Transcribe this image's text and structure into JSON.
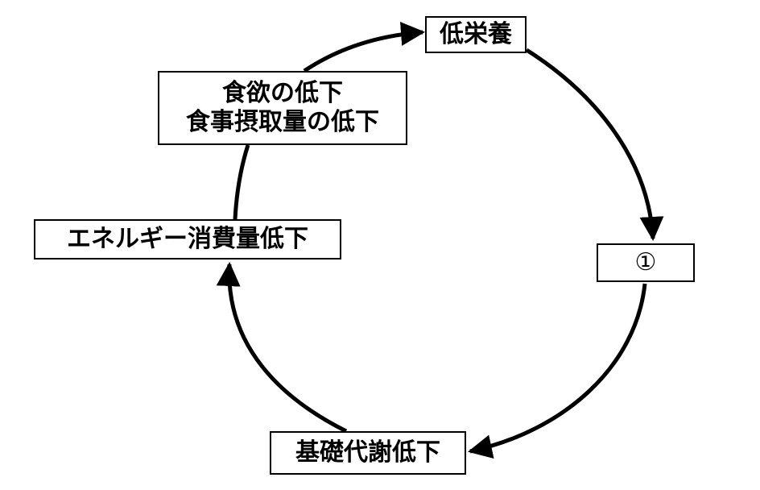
{
  "diagram": {
    "nodes": {
      "low_nutrition": "低栄養",
      "appetite_line1": "食欲の低下",
      "appetite_line2": "食事摂取量の低下",
      "energy": "エネルギー消費量低下",
      "blank": "①",
      "basal": "基礎代謝低下"
    },
    "colors": {
      "stroke": "#000000",
      "background": "#ffffff"
    }
  }
}
